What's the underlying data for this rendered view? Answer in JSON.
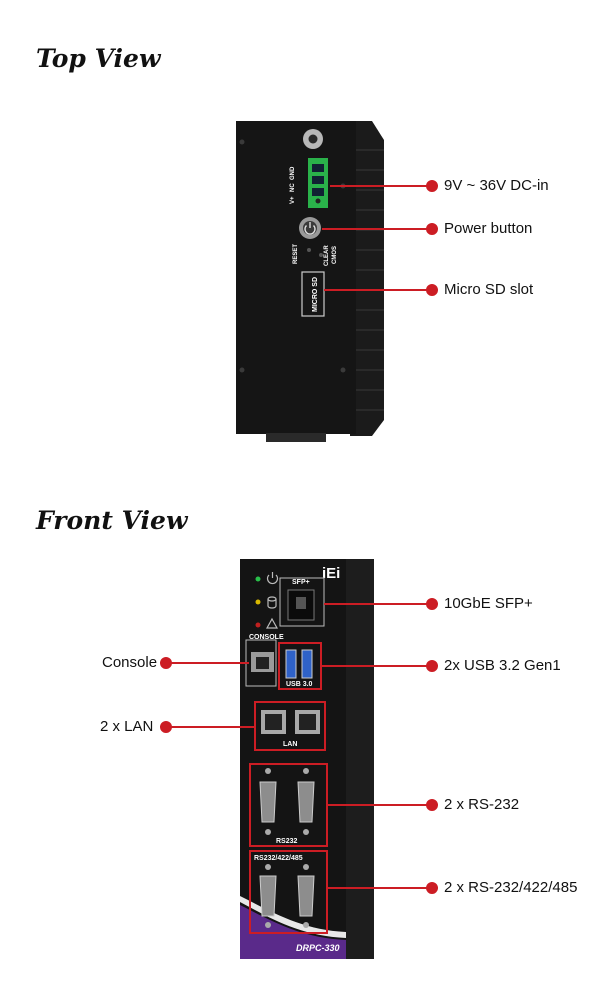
{
  "headings": {
    "top": "Top View",
    "front": "Front View"
  },
  "top_view": {
    "device_labels": {
      "terminal": [
        "V+",
        "NC",
        "GND"
      ],
      "reset": "RESET",
      "clear_cmos": [
        "CLEAR",
        "CMOS"
      ],
      "micro_sd": "MICRO SD"
    },
    "callouts": [
      "9V ~ 36V DC-in",
      "Power button",
      "Micro SD slot"
    ]
  },
  "front_view": {
    "device_labels": {
      "logo": "iEi",
      "sfp": "SFP+",
      "console": "CONSOLE",
      "usb": "USB 3.0",
      "lan": "LAN",
      "rs232": "RS232",
      "rs485": "RS232/422/485",
      "model": "DRPC-330"
    },
    "callouts_right": [
      "10GbE SFP+",
      "2x USB 3.2 Gen1",
      "2 x RS-232",
      "2 x RS-232/422/485"
    ],
    "callouts_left": [
      "Console",
      "2 x LAN"
    ]
  },
  "colors": {
    "callout_red": "#cc1d24",
    "chassis": "#141414",
    "terminal_green": "#2ab24a",
    "accent_purple": "#5a2a8a"
  }
}
